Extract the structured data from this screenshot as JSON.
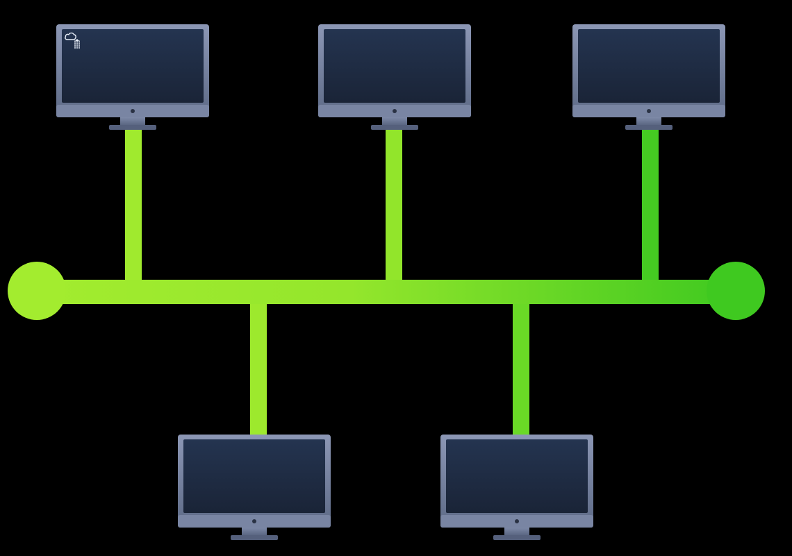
{
  "diagram": {
    "type": "bus-topology",
    "background": "#000000",
    "bus_gradient": [
      "#a3ec2f",
      "#94e62c",
      "#3fc920"
    ],
    "terminators": [
      {
        "id": "left",
        "color": "#a3ec2f"
      },
      {
        "id": "right",
        "color": "#3fc920"
      }
    ],
    "computers": [
      {
        "id": "top-1",
        "row": "top",
        "icon": "cloud-upload-icon",
        "link_color": "#a0ea2e"
      },
      {
        "id": "top-2",
        "row": "top",
        "icon": null,
        "link_color": "#92e52b"
      },
      {
        "id": "top-3",
        "row": "top",
        "icon": null,
        "link_color": "#45cb22"
      },
      {
        "id": "bottom-1",
        "row": "bottom",
        "icon": null,
        "link_color": "#9de92d"
      },
      {
        "id": "bottom-2",
        "row": "bottom",
        "icon": null,
        "link_color": "#6ad926"
      }
    ],
    "monitor_colors": {
      "bezel_top": "#8c97b5",
      "bezel_bottom": "#5d6a86",
      "chin": "#7985a3",
      "screen_top": "#243450",
      "screen_bottom": "#1a2437",
      "stand": "#6f7b98",
      "base": "#55607c"
    }
  }
}
